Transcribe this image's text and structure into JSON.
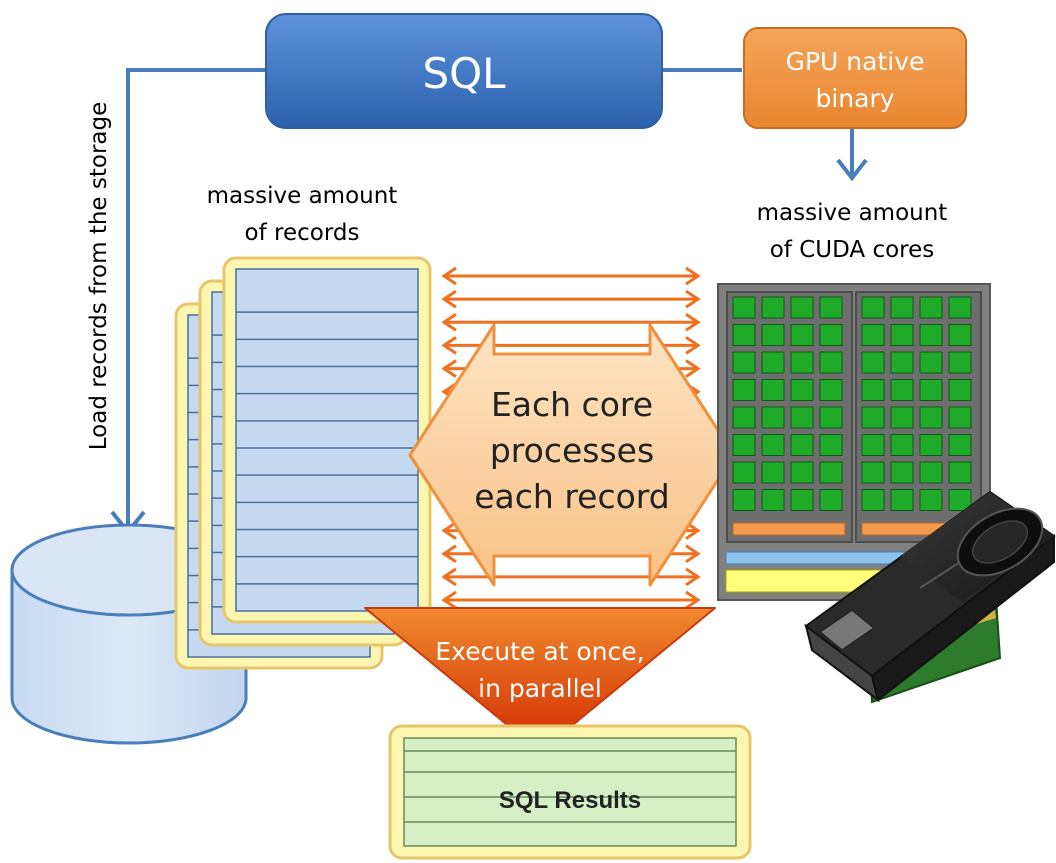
{
  "sql_box": {
    "label": "SQL"
  },
  "gpu_binary_box": {
    "line1": "GPU native",
    "line2": "binary"
  },
  "load_label": "Load records from the storage",
  "records_caption": {
    "line1": "massive amount",
    "line2": "of records"
  },
  "cores_caption": {
    "line1": "massive amount",
    "line2": "of CUDA cores"
  },
  "center_label": {
    "line1": "Each core",
    "line2": "processes",
    "line3": "each record"
  },
  "execute_label": {
    "line1": "Execute at once,",
    "line2": "in parallel"
  },
  "results_label": "SQL Results",
  "colors": {
    "sql_blue": "#3d78c8",
    "gpu_orange": "#f0903c",
    "arrow_blue": "#4a7ebb",
    "arrow_orange": "#f07020",
    "record_frame": "#fdf6b0",
    "record_rows": "#c5d9f1",
    "result_rows": "#d7efc5",
    "core_green": "#1faa2a",
    "chip_gray": "#7f7f7f"
  }
}
